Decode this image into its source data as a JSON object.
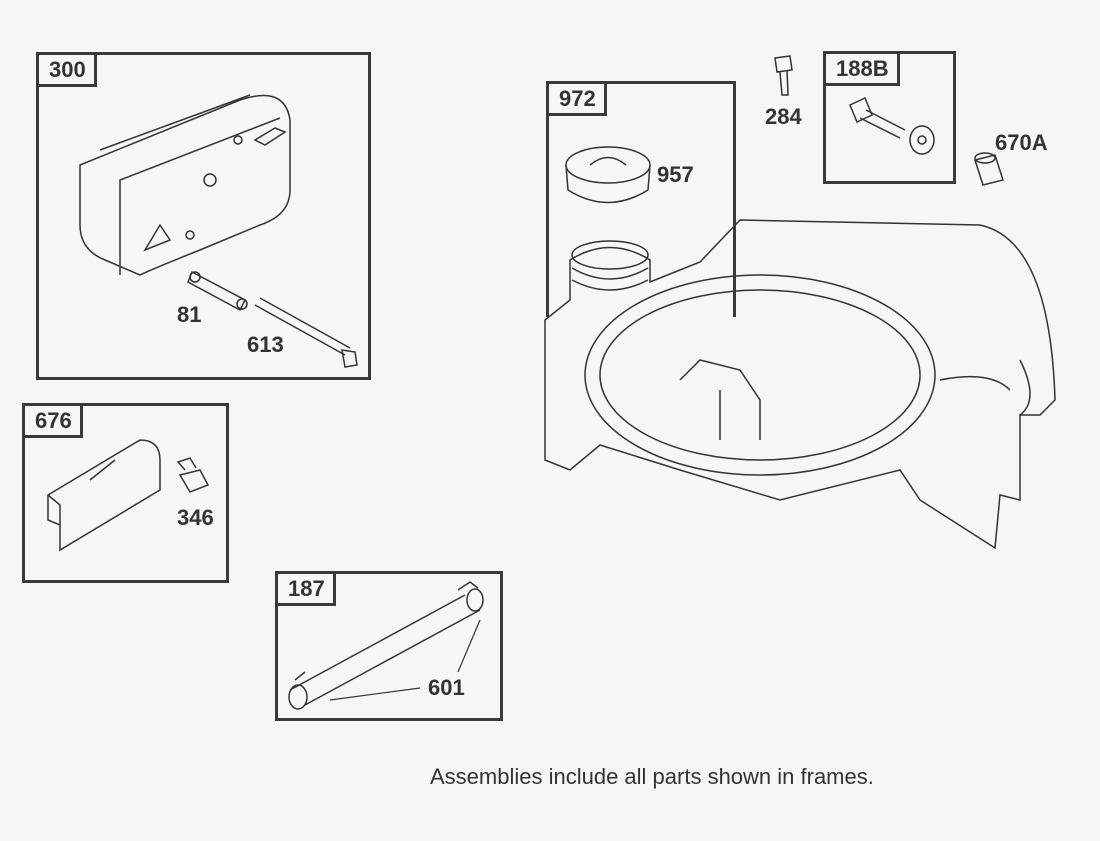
{
  "frames": {
    "f300": "300",
    "f676": "676",
    "f187": "187",
    "f972": "972",
    "f188b": "188B"
  },
  "parts": {
    "p81": "81",
    "p613": "613",
    "p346": "346",
    "p601": "601",
    "p957": "957",
    "p284": "284",
    "p670a": "670A"
  },
  "note": "Assemblies include all parts shown in frames."
}
